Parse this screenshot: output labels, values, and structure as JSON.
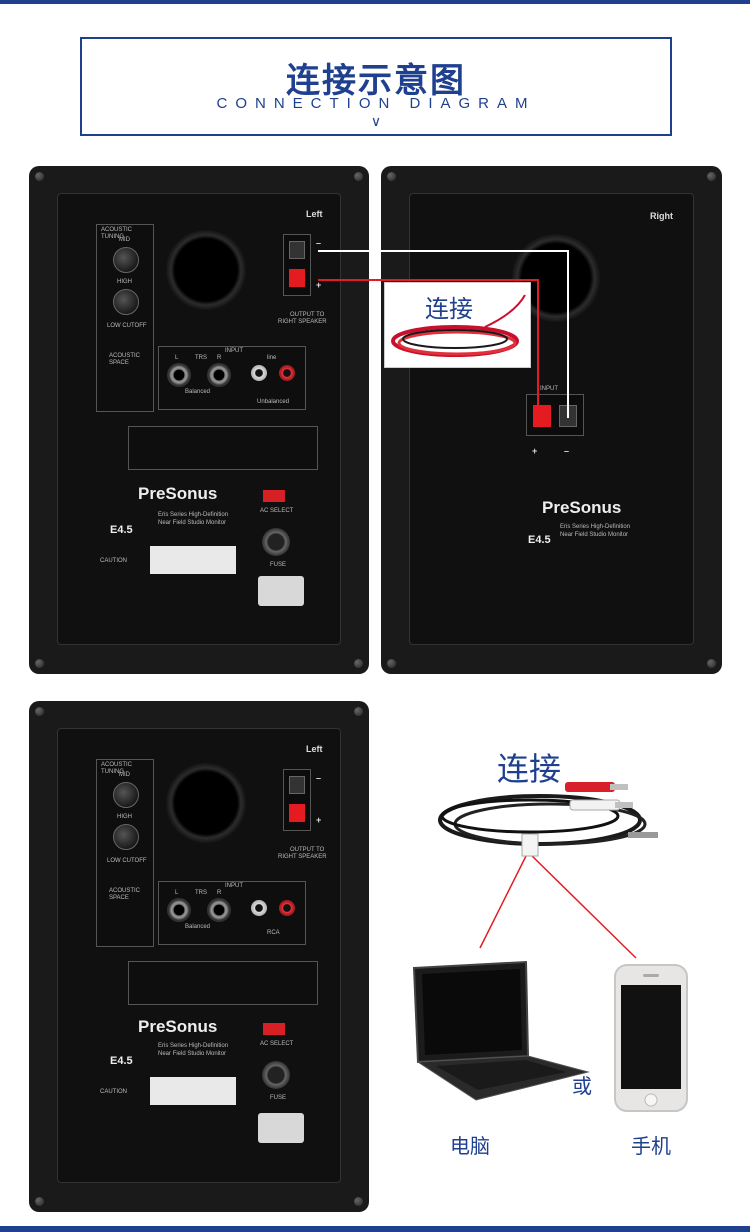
{
  "header": {
    "title": "连接示意图",
    "subtitle": "CONNECTION DIAGRAM",
    "chevron": "∨"
  },
  "speakers": {
    "brand": "PreSonus",
    "model": "E4.5",
    "series_line_1": "Eris Series High-Definition",
    "series_line_2": "Near Field Studio Monitor",
    "acoustic_tuning": "ACOUSTIC TUNING",
    "mid": "MID",
    "high": "HIGH",
    "low_cutoff": "LOW CUTOFF",
    "acoustic_space": "ACOUSTIC SPACE",
    "input": "INPUT",
    "l": "L",
    "trs": "TRS",
    "r": "R",
    "line": "line",
    "balanced": "Balanced",
    "unbalanced": "Unbalanced",
    "rca": "RCA",
    "ac_select": "AC SELECT",
    "fuse": "FUSE",
    "output_line_1": "OUTPUT TO",
    "output_line_2": "RIGHT SPEAKER",
    "left": "Left",
    "right": "Right",
    "minus": "–",
    "plus": "+",
    "caution": "CAUTION"
  },
  "connect_label_1": "连接",
  "connect_label_2": "连接",
  "device_computer": "电脑",
  "or": "或",
  "device_phone": "手机"
}
